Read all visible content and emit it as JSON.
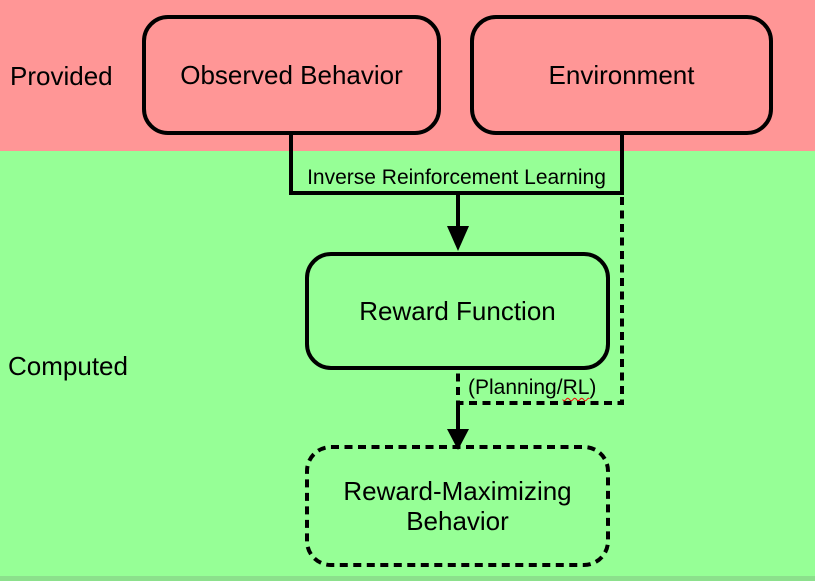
{
  "bands": {
    "provided": {
      "label": "Provided",
      "bg": "#ff9696"
    },
    "computed": {
      "label": "Computed",
      "bg": "#96ff96"
    }
  },
  "footer": {
    "bg": "#8ce08c"
  },
  "nodes": {
    "observed_behavior": {
      "label": "Observed Behavior",
      "border_style": "solid"
    },
    "environment": {
      "label": "Environment",
      "border_style": "solid"
    },
    "reward_function": {
      "label": "Reward Function",
      "border_style": "solid"
    },
    "reward_maximizing": {
      "label": "Reward-Maximizing Behavior",
      "border_style": "dashed"
    }
  },
  "edges": {
    "irl_label": "Inverse Reinforcement Learning",
    "planning_label": {
      "pre": "(Planning/",
      "flagged": "RL",
      "post": ")"
    }
  },
  "colors": {
    "provided_bg": "#ff9696",
    "computed_bg": "#96ff96",
    "footer_bg": "#8ce08c",
    "stroke": "#000000",
    "squiggle": "#ff0000",
    "text": "#000000"
  }
}
